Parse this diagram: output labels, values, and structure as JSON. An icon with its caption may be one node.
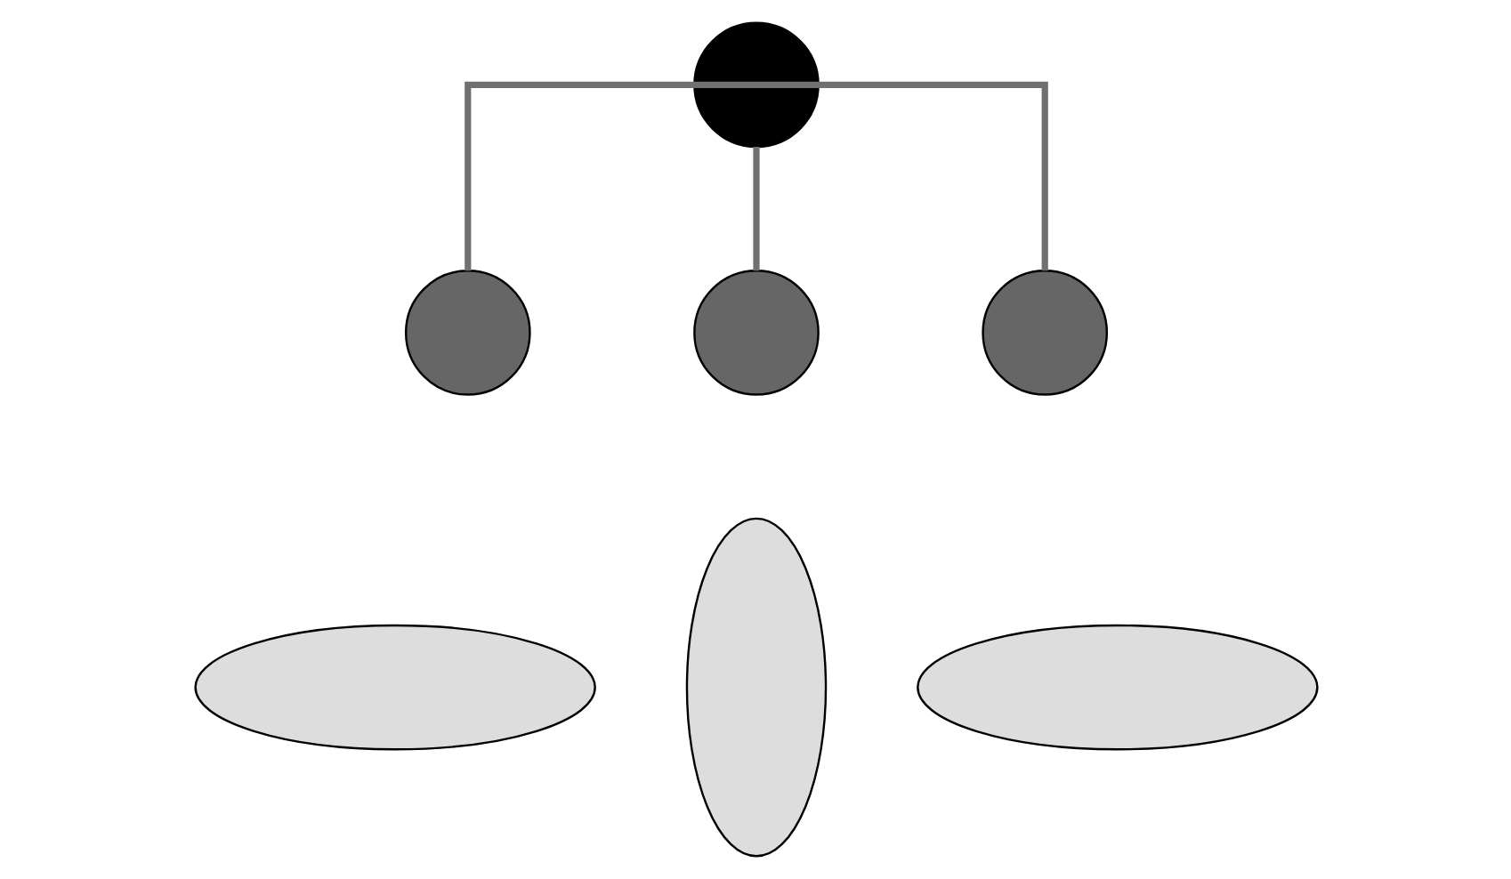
{
  "diagram": {
    "nodes": [
      {
        "text": [],
        "shape": "circle"
      },
      {
        "text": [],
        "shape": "ellipse"
      },
      {
        "text": [],
        "shape": "ellipse"
      },
      {
        "text": [],
        "shape": "ellipse"
      },
      {
        "text": [],
        "shape": "circle"
      },
      {
        "text": [],
        "shape": "circle"
      },
      {
        "text": [],
        "shape": "circle"
      }
    ],
    "edges": [
      {
        "from": 0,
        "to": 4,
        "arrow": "none"
      },
      {
        "from": 0,
        "to": 5,
        "arrow": "none"
      },
      {
        "from": 0,
        "to": 6,
        "arrow": "none"
      }
    ]
  }
}
